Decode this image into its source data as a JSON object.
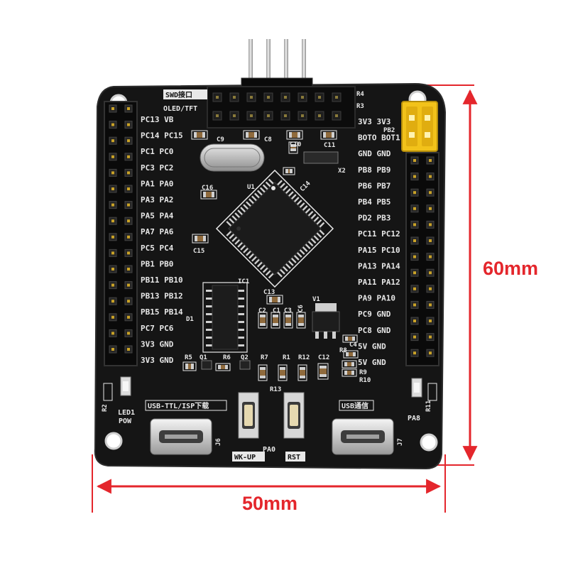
{
  "colors": {
    "pcb": "#151515",
    "silk": "#e8e8e8",
    "dimension": "#e4262c",
    "header": "#0d0d0d",
    "gold": "#c9a227",
    "jumper": "#f2c21a"
  },
  "dimensions": {
    "height": "60mm",
    "width": "50mm"
  },
  "board_labels": {
    "swd": "SWD接口",
    "oled": "OLED/TFT",
    "usb_ttl": "USB-TTL/ISP下载",
    "usb_comm": "USB通信",
    "led1": "LED1",
    "pow": "POW",
    "wk_up": "WK-UP",
    "pa0": "PA0",
    "rst": "RST",
    "pa8": "PA8",
    "u1": "U1",
    "ic1": "IC1",
    "v1": "V1",
    "x2": "X2",
    "j6": "J6",
    "j7": "J7"
  },
  "components": {
    "c9": "C9",
    "c8": "C8",
    "c10": "C10",
    "c11": "C11",
    "c14": "C14",
    "c16": "C16",
    "c15": "C15",
    "c13": "C13",
    "c2": "C2",
    "c1": "C1",
    "c3": "C3",
    "c6": "C6",
    "c4": "C4",
    "c12": "C12",
    "r1": "R1",
    "r2": "R2",
    "r3": "R3",
    "r4": "R4",
    "r5": "R5",
    "r6": "R6",
    "r7": "R7",
    "r8": "R8",
    "r9": "R9",
    "r10": "R10",
    "r11": "R11",
    "r12": "R12",
    "r13": "R13",
    "q1": "Q1",
    "q2": "Q2",
    "d1": "D1"
  },
  "left_pins": [
    "PC13 VB",
    "PC14 PC15",
    "PC1  PC0",
    "PC3  PC2",
    "PA1  PA0",
    "PA3  PA2",
    "PA5  PA4",
    "PA7  PA6",
    "PC5  PC4",
    "PB1  PB0",
    "PB11 PB10",
    "PB13 PB12",
    "PB15 PB14",
    "PC7  PC6",
    "3V3  GND",
    "3V3  GND"
  ],
  "right_pins": [
    "3V3  3V3",
    "BOTO BOT1",
    "GND  GND",
    "PB8  PB9",
    "PB6  PB7",
    "PB4  PB5",
    "PD2  PB3",
    "PC11 PC12",
    "PA15 PC10",
    "PA13 PA14",
    "PA11 PA12",
    "PA9  PA10",
    "PC9  GND",
    "PC8  GND",
    "5V   GND",
    "5V   GND"
  ],
  "right_pin_extra": "PB2"
}
